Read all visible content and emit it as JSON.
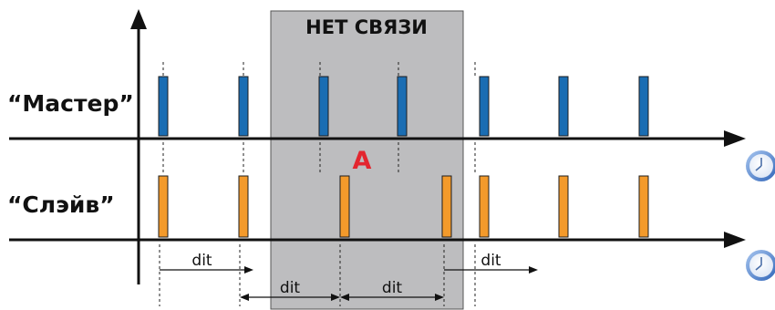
{
  "zone_label": "НЕТ СВЯЗИ",
  "marker_label": "A",
  "rows": [
    {
      "label": "“Мастер”",
      "pulse_color": "#1a6db3",
      "pulse_times": [
        179,
        267,
        355,
        441,
        531,
        618,
        706
      ]
    },
    {
      "label": "“Слэйв”",
      "pulse_color": "#f39a2b",
      "pulse_times": [
        179,
        267,
        378,
        490,
        531,
        618,
        706
      ]
    }
  ],
  "interval_label": "dit",
  "intervals": [
    {
      "from": 175,
      "to": 278,
      "label": "dit"
    },
    {
      "from": 263,
      "to": 373,
      "label": "dit"
    },
    {
      "from": 373,
      "to": 487,
      "label": "dit"
    },
    {
      "from": 487,
      "to": 590,
      "label": "dit"
    }
  ],
  "colors": {
    "zone_fill": "#bdbdbf",
    "marker": "#e3262f",
    "axis": "#111111"
  },
  "icons": [
    "clock-icon",
    "clock-icon"
  ]
}
